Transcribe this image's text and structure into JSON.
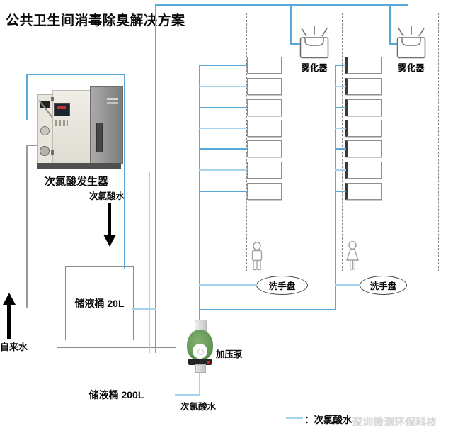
{
  "title": "公共卫生间消毒除臭解决方案",
  "equipment": {
    "generator_label": "次氯酸发生器",
    "generator_output_label": "次氯酸水",
    "tap_water_label": "自来水",
    "tank20_label": "储液桶 20L",
    "tank200_label": "储液桶 200L",
    "tank200_output_label": "次氯酸水",
    "pump_label": "加压泵"
  },
  "rooms": {
    "left": {
      "atomizer_label": "雾化器",
      "basin_label": "洗手盘",
      "stall_count": 7,
      "occupant": "male"
    },
    "right": {
      "atomizer_label": "雾化器",
      "basin_label": "洗手盘",
      "stall_count": 7,
      "occupant": "female"
    }
  },
  "legend": {
    "text": "：次氯酸水"
  },
  "watermark": "深圳微测环保科技",
  "colors": {
    "pipe_main": "#58a8da",
    "pipe_light": "#a6d4ee",
    "pipe_gray": "#9a9a9a",
    "pump_green": "#5d934f",
    "arrow_black": "#000000"
  }
}
